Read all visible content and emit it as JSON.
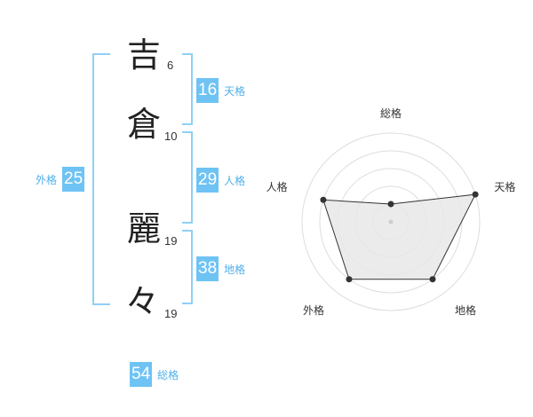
{
  "name_chars": [
    {
      "char": "吉",
      "strokes": "6"
    },
    {
      "char": "倉",
      "strokes": "10"
    },
    {
      "char": "麗",
      "strokes": "19"
    },
    {
      "char": "々",
      "strokes": "19"
    }
  ],
  "kaku": {
    "tenkaku": {
      "value": "16",
      "label": "天格"
    },
    "jinkaku": {
      "value": "29",
      "label": "人格"
    },
    "chikaku": {
      "value": "38",
      "label": "地格"
    },
    "gaikaku": {
      "value": "25",
      "label": "外格"
    },
    "soukaku": {
      "value": "54",
      "label": "総格"
    }
  },
  "chart_data": {
    "type": "radar",
    "axes": [
      "総格",
      "天格",
      "地格",
      "外格",
      "人格"
    ],
    "levels": 5,
    "max": 5,
    "values": [
      1,
      5,
      4,
      4,
      4
    ],
    "colors": {
      "fill": "#e8e8e8",
      "stroke": "#333333",
      "grid": "#dddddd",
      "accent": "#6ec3f4"
    }
  }
}
